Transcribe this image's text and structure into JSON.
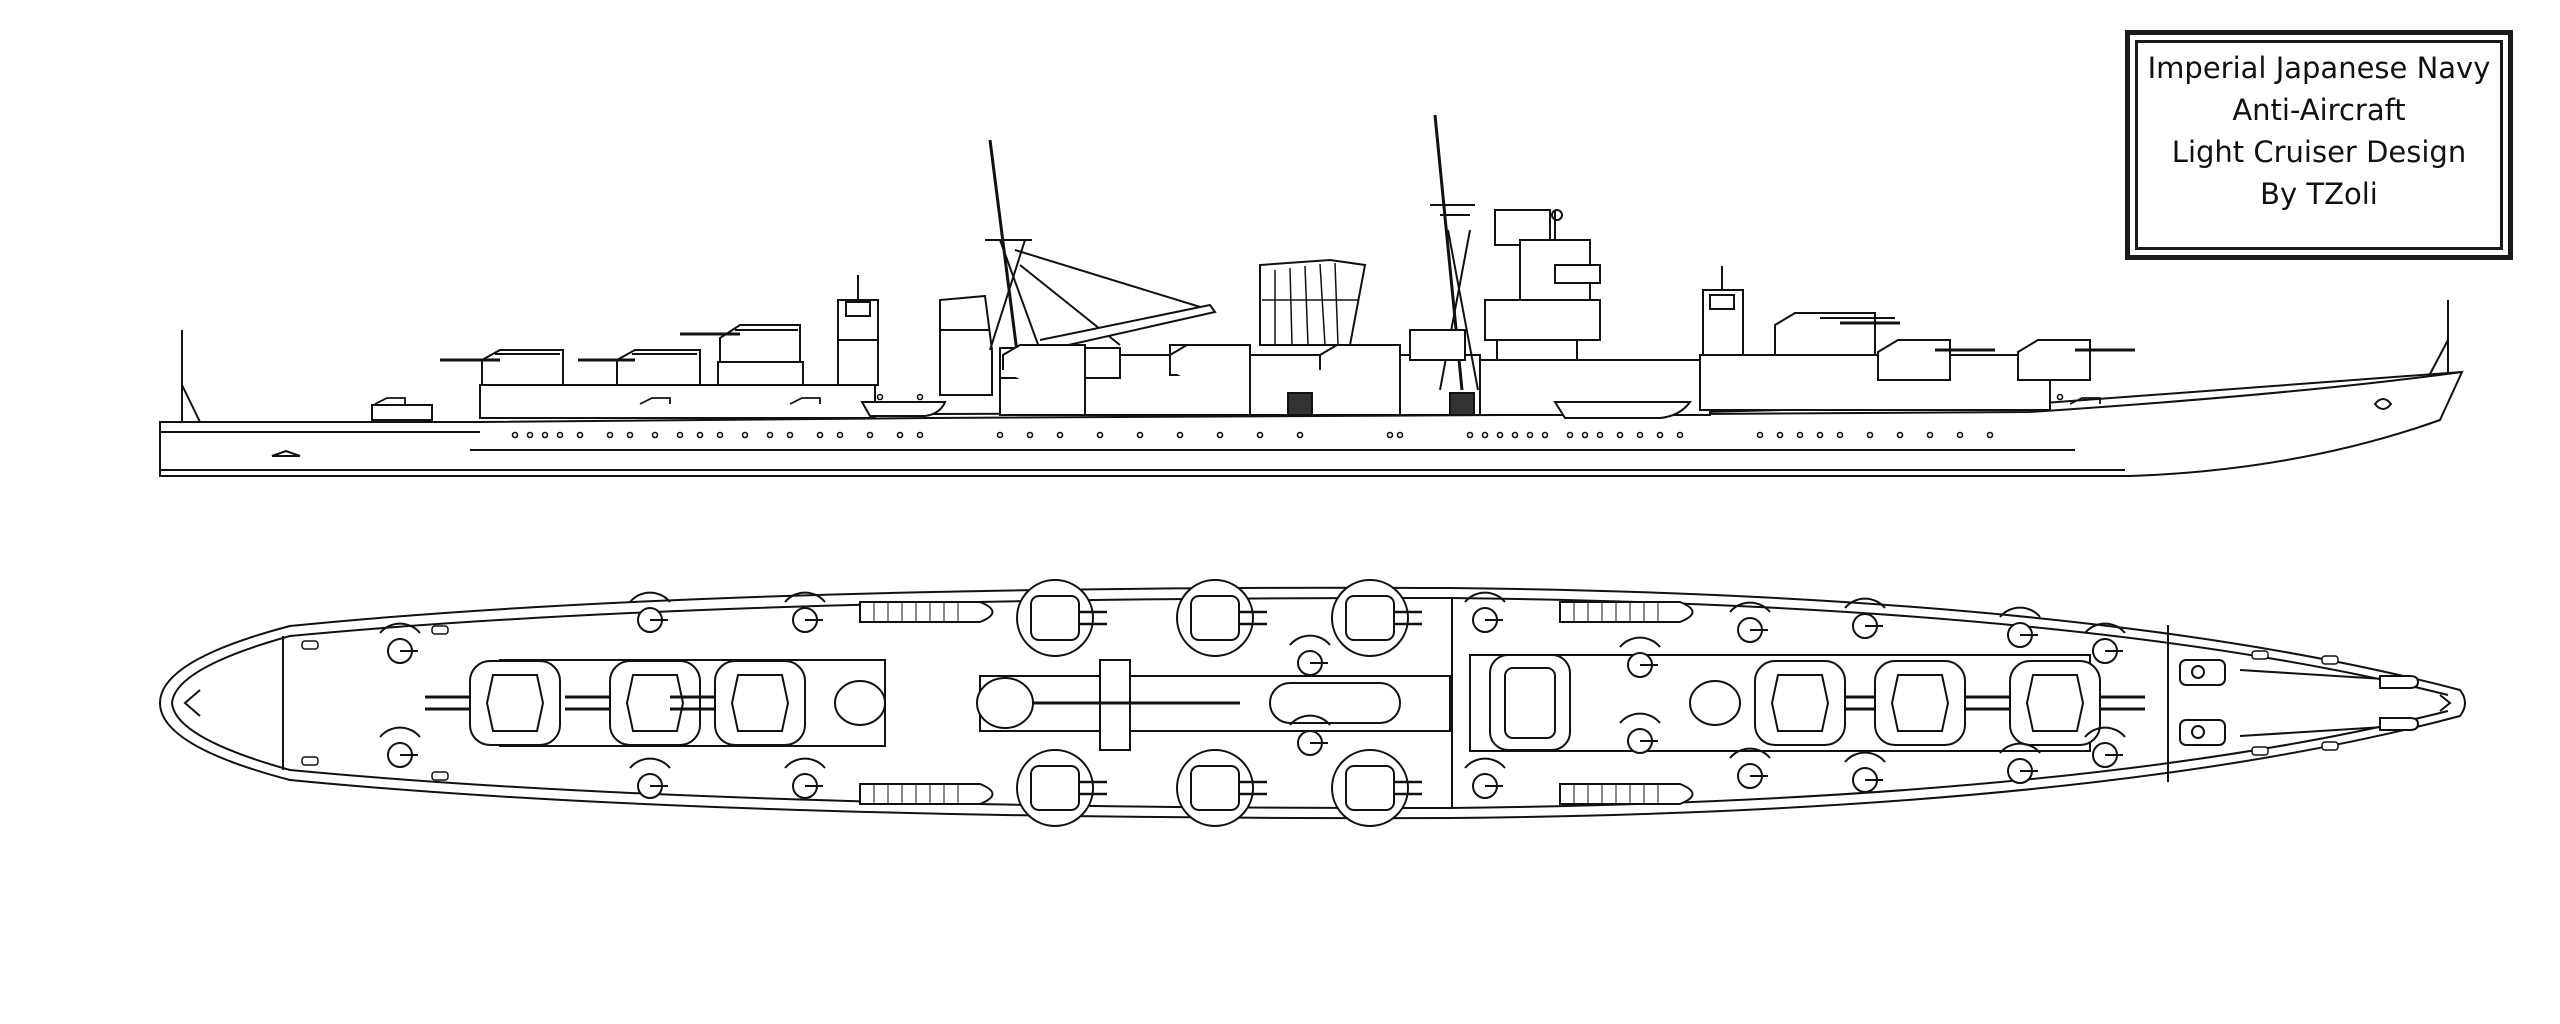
{
  "title_block": {
    "lines": [
      "Imperial Japanese Navy",
      "Anti-Aircraft",
      "Light Cruiser Design",
      "By TZoli"
    ]
  },
  "views": [
    {
      "id": "profile"
    },
    {
      "id": "plan"
    }
  ],
  "colors": {
    "line": "#111111",
    "fill": "#ffffff",
    "detail": "#555555",
    "dark": "#333333"
  }
}
